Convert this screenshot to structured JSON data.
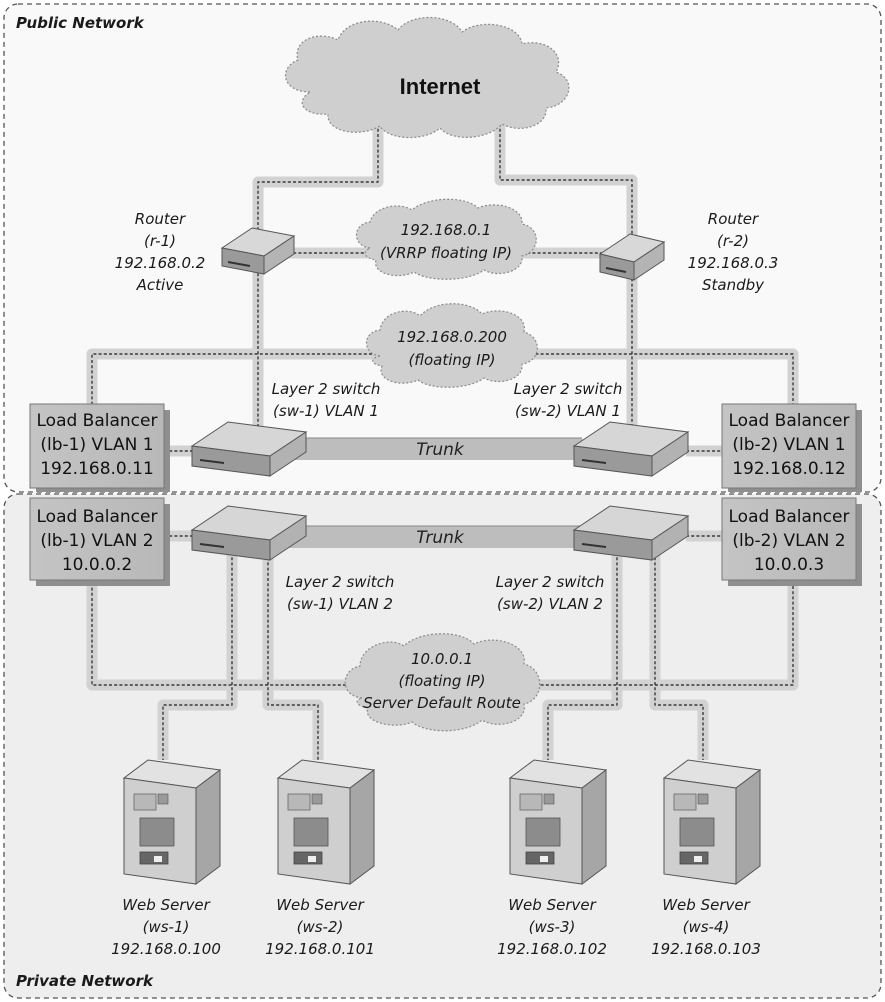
{
  "zones": {
    "public": "Public Network",
    "private": "Private Network"
  },
  "clouds": {
    "internet": "Internet",
    "vrrp": [
      "192.168.0.1",
      "(VRRP floating IP)"
    ],
    "public_float": [
      "192.168.0.200",
      "(floating IP)"
    ],
    "private_float": [
      "10.0.0.1",
      "(floating IP)",
      "Server Default Route"
    ]
  },
  "routers": [
    {
      "lines": [
        "Router",
        "(r-1)",
        "192.168.0.2",
        "Active"
      ]
    },
    {
      "lines": [
        "Router",
        "(r-2)",
        "192.168.0.3",
        "Standby"
      ]
    }
  ],
  "switches": {
    "sw1_vlan1": [
      "Layer 2 switch",
      "(sw-1) VLAN 1"
    ],
    "sw2_vlan1": [
      "Layer 2 switch",
      "(sw-2) VLAN 1"
    ],
    "sw1_vlan2": [
      "Layer 2 switch",
      "(sw-1) VLAN 2"
    ],
    "sw2_vlan2": [
      "Layer 2 switch",
      "(sw-2) VLAN 2"
    ]
  },
  "trunk_label": "Trunk",
  "load_balancers": {
    "lb1_vlan1": [
      "Load Balancer",
      "(lb-1) VLAN 1",
      "192.168.0.11"
    ],
    "lb2_vlan1": [
      "Load Balancer",
      "(lb-2) VLAN 1",
      "192.168.0.12"
    ],
    "lb1_vlan2": [
      "Load Balancer",
      "(lb-1) VLAN 2",
      "10.0.0.2"
    ],
    "lb2_vlan2": [
      "Load Balancer",
      "(lb-2) VLAN 2",
      "10.0.0.3"
    ]
  },
  "servers": [
    {
      "lines": [
        "Web Server",
        "(ws-1)",
        "192.168.0.100"
      ]
    },
    {
      "lines": [
        "Web Server",
        "(ws-2)",
        "192.168.0.101"
      ]
    },
    {
      "lines": [
        "Web Server",
        "(ws-3)",
        "192.168.0.102"
      ]
    },
    {
      "lines": [
        "Web Server",
        "(ws-4)",
        "192.168.0.103"
      ]
    }
  ]
}
